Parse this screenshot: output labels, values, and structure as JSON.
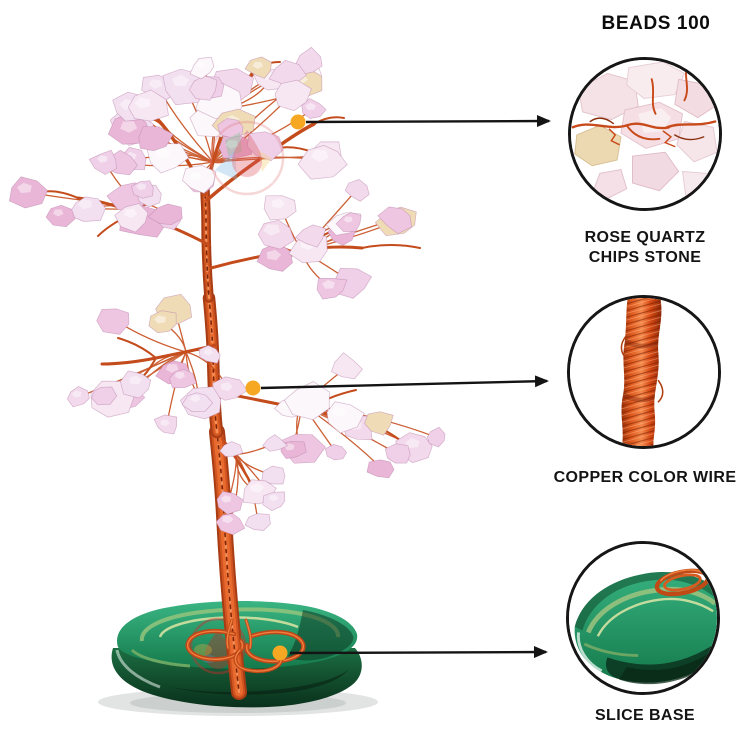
{
  "header": {
    "title": "BEADS 100"
  },
  "callouts": [
    {
      "id": "rose-quartz",
      "label_lines": [
        "ROSE QUARTZ",
        "CHIPS STONE"
      ]
    },
    {
      "id": "copper-wire",
      "label_lines": [
        "COPPER COLOR WIRE"
      ]
    },
    {
      "id": "slice-base",
      "label_lines": [
        "SLICE BASE"
      ]
    }
  ],
  "colors": {
    "copper": "#c44c1c",
    "copper_dark": "#a83c14",
    "copper_mid": "#cf5420",
    "copper_light": "#e86a2e",
    "copper_highlight": "#f49058",
    "copper_shadow": "#7e2508",
    "stone_palette": [
      "#f3d9ec",
      "#eec6e2",
      "#e9b6d8",
      "#f6e7f2",
      "#efd0e8",
      "#f2dff0"
    ],
    "stone_white": "#fbf7fa",
    "stone_amber": "#efdcb6",
    "base_green_top": "#3ab583",
    "base_green_deep": "#157a4c",
    "base_green_dark": "#09301b",
    "base_band_light": "#d4e2a2",
    "base_band_mid": "#93c47d",
    "marker_dot": "#f7a823",
    "arrow": "#141414",
    "circle_border": "#161616",
    "text": "#141414"
  }
}
